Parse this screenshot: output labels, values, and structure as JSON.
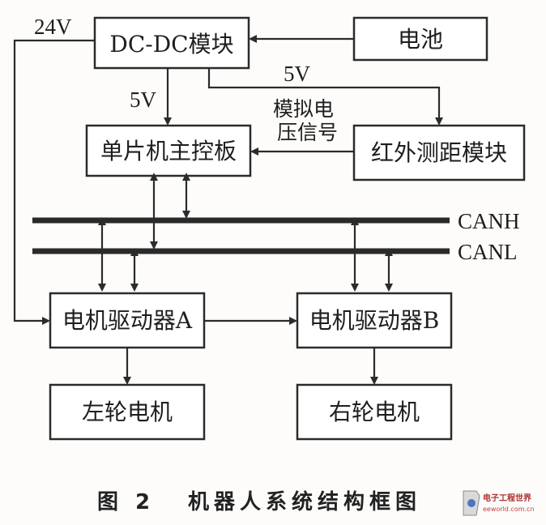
{
  "blocks": {
    "dcdc": "DC-DC模块",
    "battery": "电池",
    "mcu": "单片机主控板",
    "ir": "红外测距模块",
    "driver_a": "电机驱动器A",
    "driver_b": "电机驱动器B",
    "left_motor": "左轮电机",
    "right_motor": "右轮电机"
  },
  "labels": {
    "v24": "24V",
    "v5_mcu": "5V",
    "v5_ir": "5V",
    "analog_line1": "模拟电",
    "analog_line2": "压信号",
    "canh": "CANH",
    "canl": "CANL"
  },
  "caption": {
    "figure": "图 2",
    "title": "机器人系统结构框图"
  },
  "watermark": {
    "brand": "电子工程世界",
    "site": "eeworld.com.cn"
  }
}
